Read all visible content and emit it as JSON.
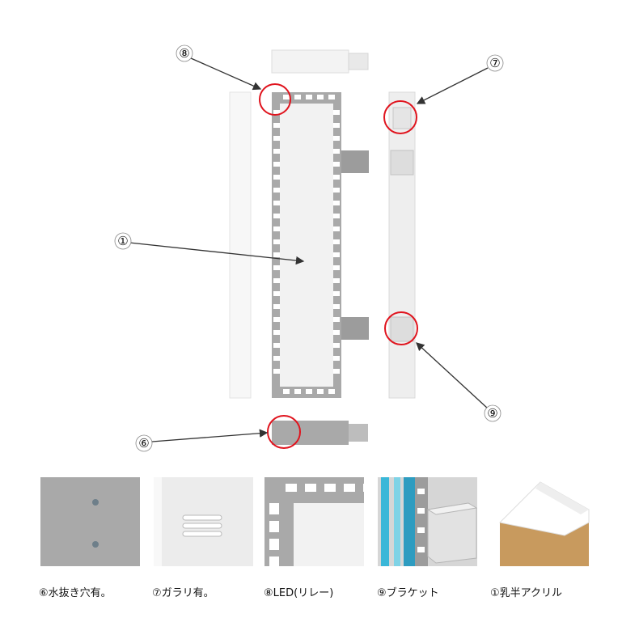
{
  "callouts": [
    {
      "id": "c8",
      "label": "⑧"
    },
    {
      "id": "c7",
      "label": "⑦"
    },
    {
      "id": "c1",
      "label": "①"
    },
    {
      "id": "c9",
      "label": "⑨"
    },
    {
      "id": "c6",
      "label": "⑥"
    }
  ],
  "details": [
    {
      "id": "d6",
      "caption": "⑥水抜き穴有。"
    },
    {
      "id": "d7",
      "caption": "⑦ガラリ有。"
    },
    {
      "id": "d8",
      "caption": "⑧LED(リレー)"
    },
    {
      "id": "d9",
      "caption": "⑨ブラケット"
    },
    {
      "id": "d1",
      "caption": "①乳半アクリル"
    }
  ],
  "colors": {
    "highlight_circle": "#e0141e",
    "frame_gray": "#a9a9a9",
    "panel_white": "#f2f2f2",
    "acrylic_brown": "#c89a5e",
    "led_white": "#ffffff",
    "bracket_blue": "#3ab7d8"
  }
}
